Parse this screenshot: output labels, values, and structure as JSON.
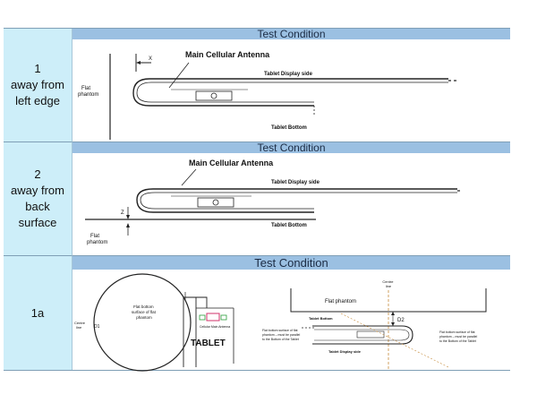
{
  "rows": [
    {
      "label": "1\naway from\nleft edge",
      "header": "Test Condition",
      "annotations": {
        "antenna": "Main Cellular Antenna",
        "display_side": "Tablet Display side",
        "bottom": "Tablet Bottom",
        "phantom": "Flat\nphantom",
        "distance": "X"
      }
    },
    {
      "label": "2\naway from\nback\nsurface",
      "header": "Test Condition",
      "annotations": {
        "antenna": "Main Cellular Antenna",
        "display_side": "Tablet Display side",
        "bottom": "Tablet Bottom",
        "phantom": "Flat\nphantom",
        "distance": "Z"
      }
    },
    {
      "label": "1a",
      "header": "Test Condition",
      "annotations": {
        "circle_text": "Flat bottom\nsurface of flat\nphantom",
        "centre_line_left": "Centre\nline",
        "d1": "D1",
        "antenna_small": "Cellular Main Antenna",
        "tablet": "TABLET",
        "centre_line_right": "Centre\nline",
        "flat_phantom": "Flat  phantom",
        "tablet_bottom": "Tablet Bottom",
        "d2": "D2",
        "left_note": "Flat bottom surface of flat\nphantom – must be parallel\nto the Bottom of the Tablet",
        "right_note": "Flat bottom surface of flat\nphantom – must be parallel\nto the Bottom of the Tablet",
        "display_side": "Tablet Display side"
      }
    }
  ]
}
